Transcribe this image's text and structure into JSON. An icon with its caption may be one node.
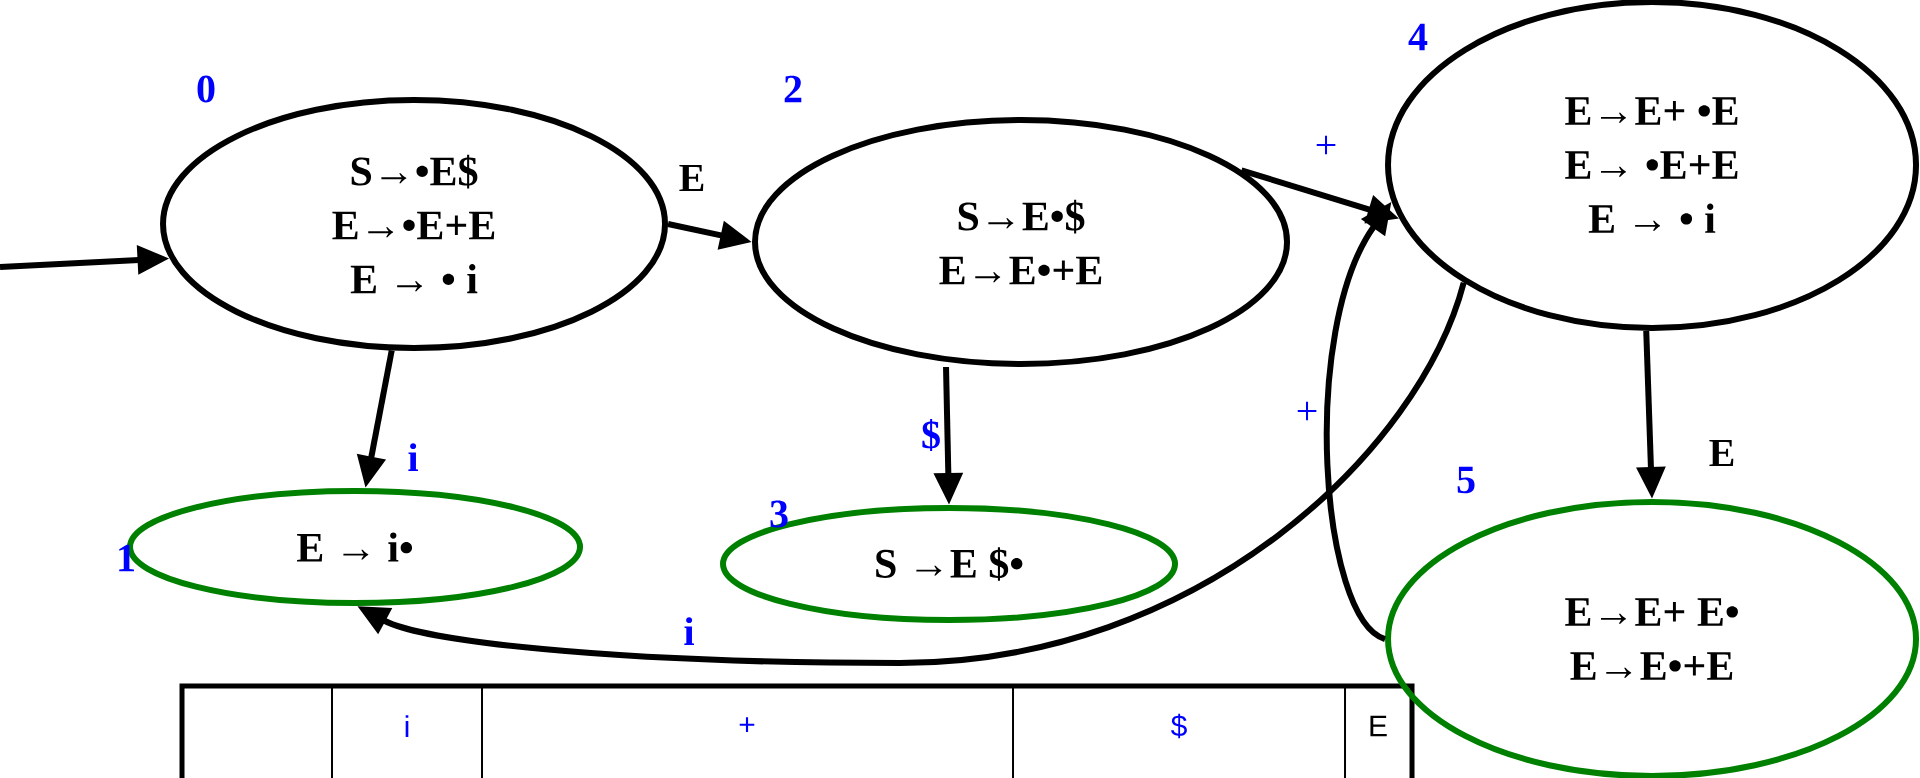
{
  "diagram": {
    "nodes": [
      {
        "text": [
          "S→•E$",
          "E→•E+E",
          "E → • i"
        ],
        "beside": [
          "0"
        ]
      },
      {
        "text": [
          "E → i•"
        ],
        "beside": [
          "1"
        ]
      },
      {
        "text": [
          "S→E•$",
          "E→E•+E"
        ],
        "beside": [
          "2"
        ]
      },
      {
        "text": [
          "S →E $•"
        ],
        "beside": [
          "3"
        ]
      },
      {
        "text": [
          "E→E+ •E",
          "E→ •E+E",
          "E → • i"
        ],
        "beside": [
          "4"
        ]
      },
      {
        "text": [
          "E→E+ E•",
          "E→E•+E"
        ],
        "beside": [
          "5"
        ]
      }
    ],
    "edges": [
      {
        "from": null,
        "to": 0,
        "arrow": "to"
      },
      {
        "from": 0,
        "to": 2,
        "arrow": "to",
        "label": "E"
      },
      {
        "from": 0,
        "to": 1,
        "arrow": "to",
        "label": "i"
      },
      {
        "from": 2,
        "to": 3,
        "arrow": "to",
        "label": "$"
      },
      {
        "from": 2,
        "to": 4,
        "arrow": "to",
        "label": "+"
      },
      {
        "from": 5,
        "to": 4,
        "arrow": "to",
        "label": "+"
      },
      {
        "from": 4,
        "to": 5,
        "arrow": "to",
        "label": "E"
      },
      {
        "from": 4,
        "to": 1,
        "arrow": "to",
        "label": "i"
      }
    ],
    "labels": [
      "i",
      "+",
      "$",
      "E"
    ]
  }
}
